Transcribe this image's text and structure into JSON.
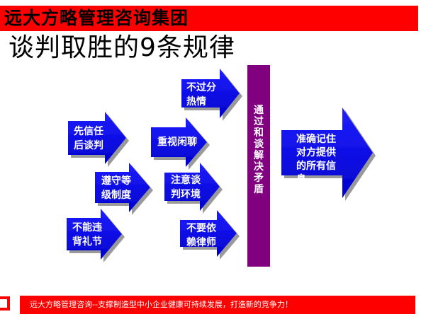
{
  "header": {
    "company": "远大方略管理咨询集团"
  },
  "title": "谈判取胜的9条规律",
  "left_column": [
    {
      "id": "a1",
      "label": "先信任\n后谈判"
    },
    {
      "id": "a2",
      "label": "遵守等\n级制度"
    },
    {
      "id": "a3",
      "label": "不能违\n背礼节"
    }
  ],
  "middle_column": [
    {
      "id": "b1",
      "label": "不过分\n热情"
    },
    {
      "id": "b2",
      "label": "重视闲聊"
    },
    {
      "id": "b3",
      "label": "注意谈\n判环境"
    },
    {
      "id": "b4",
      "label": "不要依\n赖律师"
    }
  ],
  "center_bar": {
    "label": "通过和谈解决矛盾"
  },
  "result": {
    "label": "准确记住\n对方提供\n的所有信\n息"
  },
  "footer": {
    "slogan": "远大方略管理咨询--支撑制造型中小企业健康可持续发展，打造新的竞争力！"
  },
  "colors": {
    "banner": "#ff0000",
    "arrow": "#0000ee",
    "center_bar": "#800080"
  }
}
